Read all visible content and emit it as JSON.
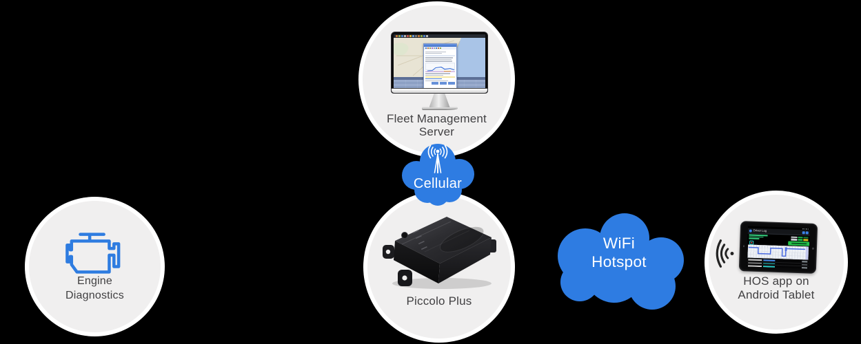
{
  "colors": {
    "background": "#000000",
    "cloud_blue": "#2e7ce2",
    "engine_blue": "#2e7ce0",
    "circle_fill": "#f0efef",
    "circle_ring": "#ffffff",
    "label_color": "#414042",
    "cloud_text": "#ffffff",
    "button_green": "#25c24b",
    "graph_line_blue": "#4a6be0",
    "hos_teal": "#2dd4cf",
    "hos_green": "#35d07f"
  },
  "nodes": {
    "engine_diagnostics": {
      "label_line1": "Engine",
      "label_line2": "Diagnostics",
      "icon": "engine-icon"
    },
    "fleet_management_server": {
      "label_line1": "Fleet Management",
      "label_line2": "Server",
      "icon": "desktop-monitor-with-map-app"
    },
    "piccolo_plus": {
      "label": "Piccolo Plus",
      "icon": "telematics-device-image"
    },
    "hos_tablet": {
      "label_line1": "HOS app on",
      "label_line2": "Android Tablet",
      "icon": "android-tablet-image",
      "screen_app_title": "Driver Log"
    }
  },
  "connectors": {
    "cellular": {
      "label": "Cellular",
      "icon": "cellular-antenna-icon"
    },
    "wifi_hotspot": {
      "label_line1": "WiFi",
      "label_line2": "Hotspot"
    }
  },
  "icons": {
    "engine": "engine-icon",
    "cellular_antenna": "cellular-antenna-icon",
    "wifi_waves": "wifi-waves-icon"
  }
}
